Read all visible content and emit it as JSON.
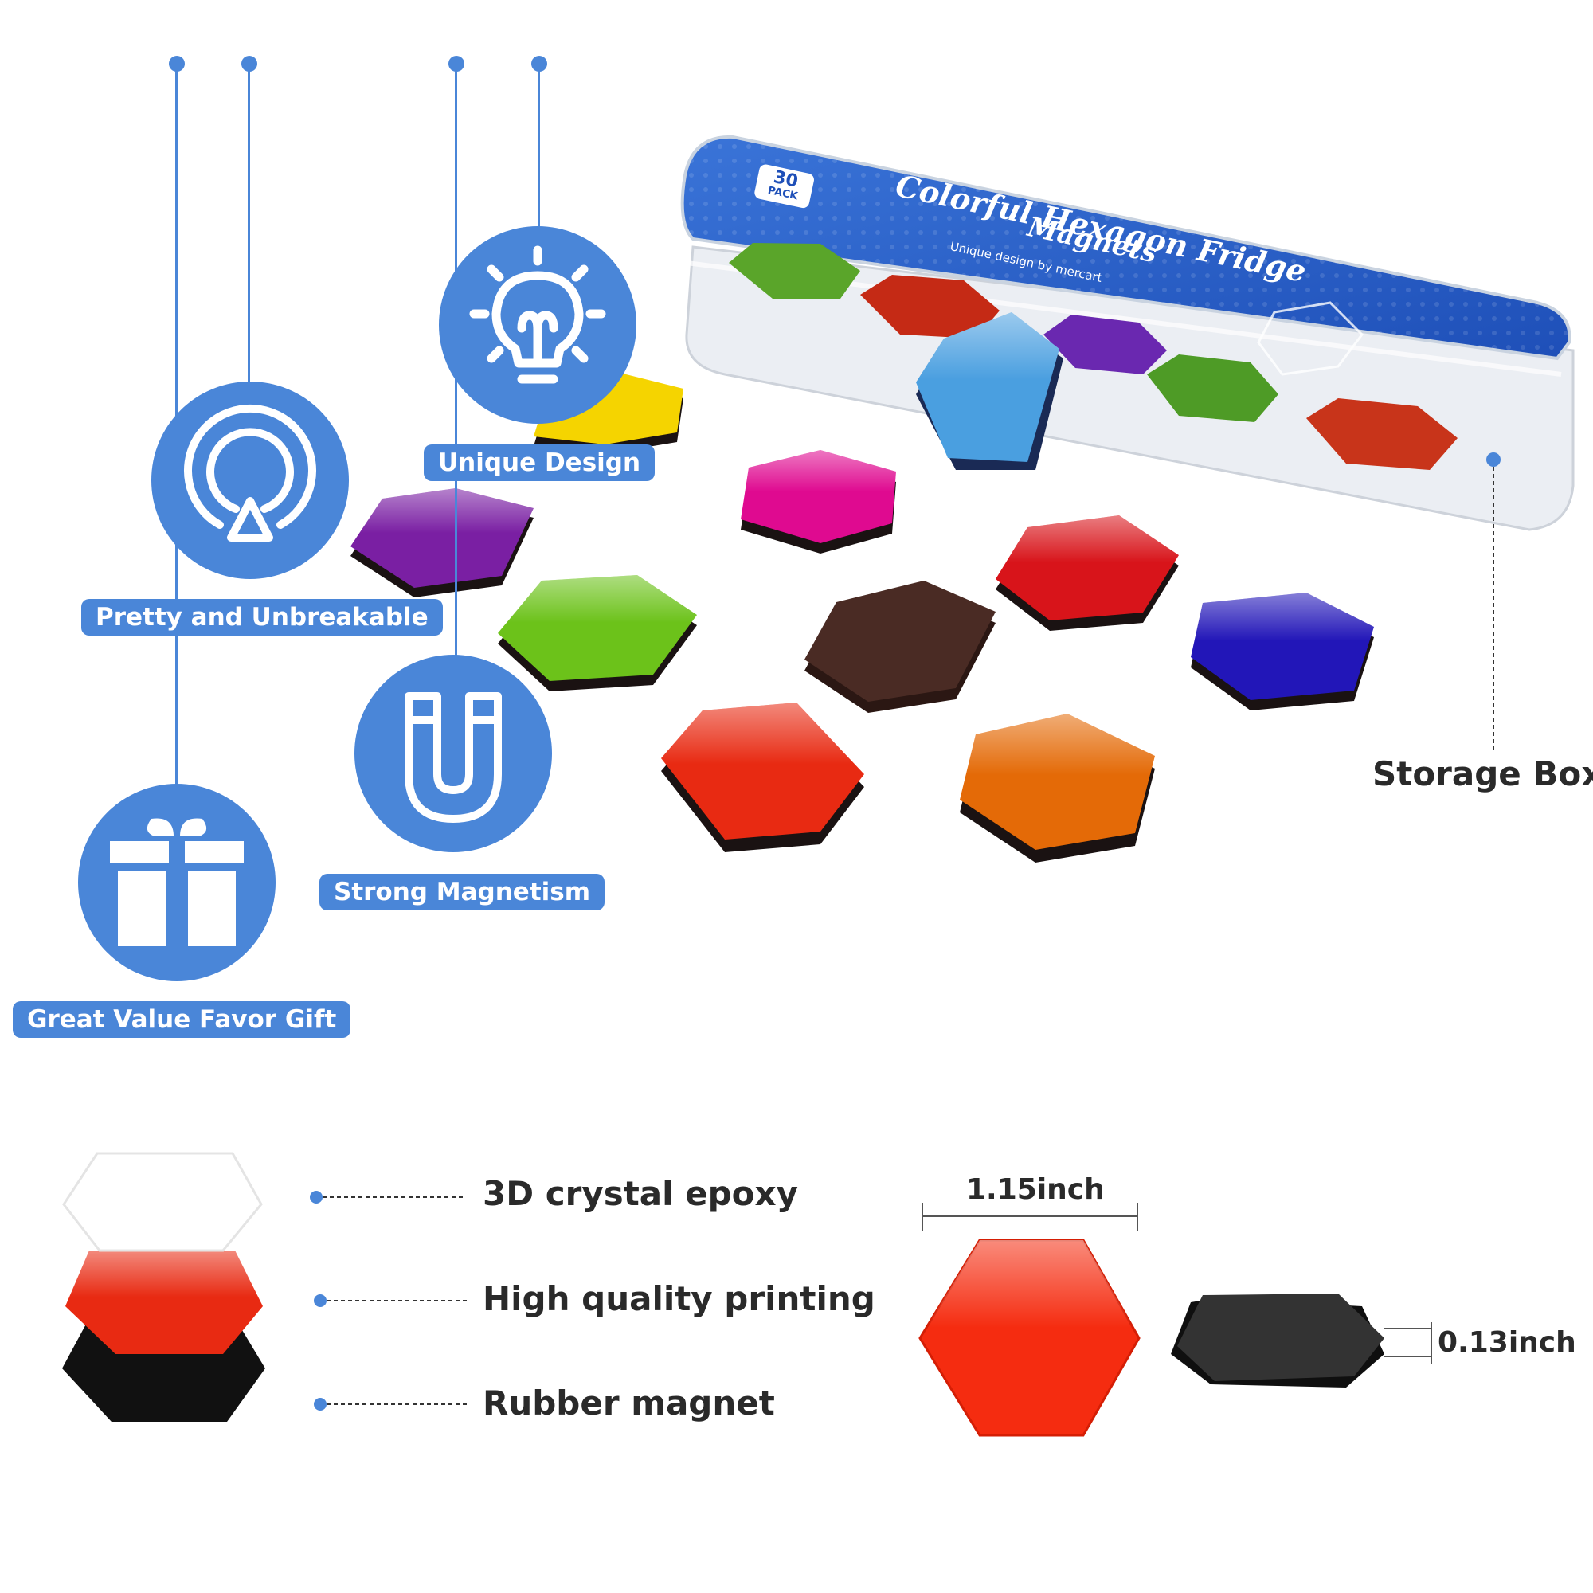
{
  "features": {
    "unique_design": "Unique Design",
    "pretty_unbreakable": "Pretty and Unbreakable",
    "strong_magnetism": "Strong Magnetism",
    "great_value": "Great Value Favor Gift"
  },
  "box": {
    "title_line1": "Colorful Hexagon Fridge",
    "title_line2": "Magnets",
    "subtitle": "Unique design by mercart",
    "pack": "30",
    "pack_unit": "PACK",
    "callout": "Storage Box"
  },
  "layers": {
    "top": "3D crystal epoxy",
    "middle": "High quality printing",
    "bottom": "Rubber magnet"
  },
  "dimensions": {
    "width": "1.15inch",
    "thickness": "0.13inch"
  },
  "colors": {
    "accent": "#4a86d8",
    "magnets": [
      "#f5d400",
      "#7a1fa3",
      "#6cc21a",
      "#df0a90",
      "#d8141a",
      "#4a2b24",
      "#2216b8",
      "#e82a12",
      "#e46a07",
      "#4a9fe0"
    ]
  }
}
